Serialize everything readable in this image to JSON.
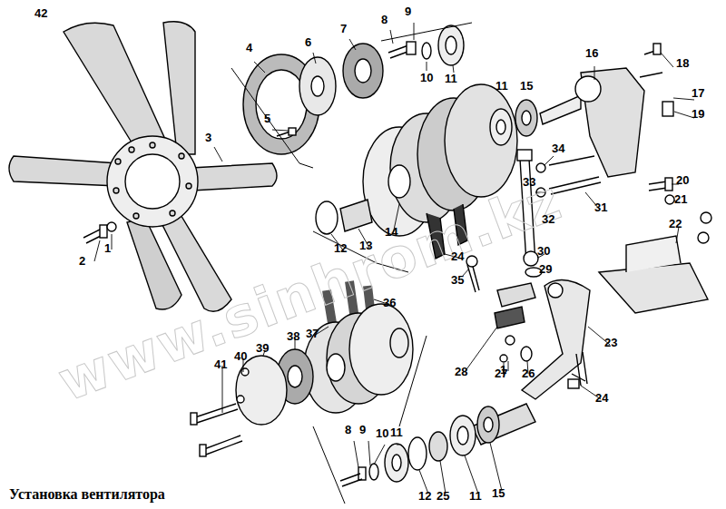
{
  "diagram": {
    "title": "Установка вентилятора",
    "labels": [
      "42",
      "4",
      "6",
      "7",
      "8",
      "9",
      "10",
      "11",
      "16",
      "18",
      "11",
      "15",
      "17",
      "19",
      "3",
      "5",
      "34",
      "33",
      "31",
      "32",
      "20",
      "21",
      "2",
      "1",
      "12",
      "13",
      "14",
      "22",
      "24",
      "30",
      "29",
      "35",
      "36",
      "37",
      "38",
      "39",
      "40",
      "41",
      "23",
      "28",
      "1",
      "27",
      "26",
      "24",
      "8",
      "9",
      "10",
      "11",
      "12",
      "25",
      "11",
      "15",
      "www.sinhrom.kz"
    ]
  }
}
